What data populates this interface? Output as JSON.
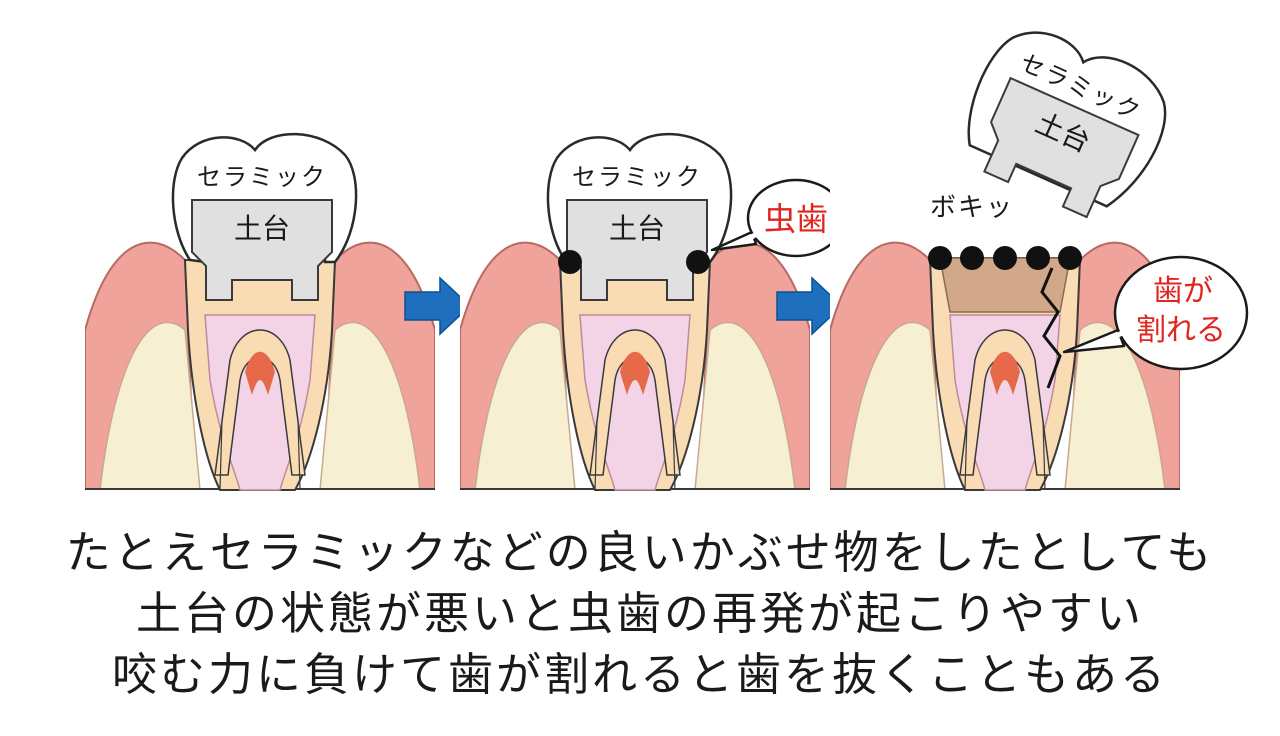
{
  "panels": [
    {
      "crown_label": "セラミック",
      "core_label": "土台"
    },
    {
      "crown_label": "セラミック",
      "core_label": "土台",
      "callout": "虫歯"
    },
    {
      "crown_label": "セラミック",
      "core_label": "土台",
      "sound": "ボキッ",
      "callout_line1": "歯が",
      "callout_line2": "割れる"
    }
  ],
  "caption": [
    "たとえセラミックなどの良いかぶせ物をしたとしても",
    "土台の状態が悪いと虫歯の再発が起こりやすい",
    "咬む力に負けて歯が割れると歯を抜くこともある"
  ],
  "colors": {
    "bone": "#f7efd2",
    "gum": "#f0a39a",
    "gum_outline": "#b76a62",
    "dentin": "#f9dcb4",
    "pulp": "#f2d4e6",
    "pulp_core": "#e66a4a",
    "core": "#e0e0e0",
    "decay": "#d2a88a",
    "arrow": "#1f6fbf",
    "accent_text": "#e0251f",
    "outline": "#3a3a3a"
  }
}
